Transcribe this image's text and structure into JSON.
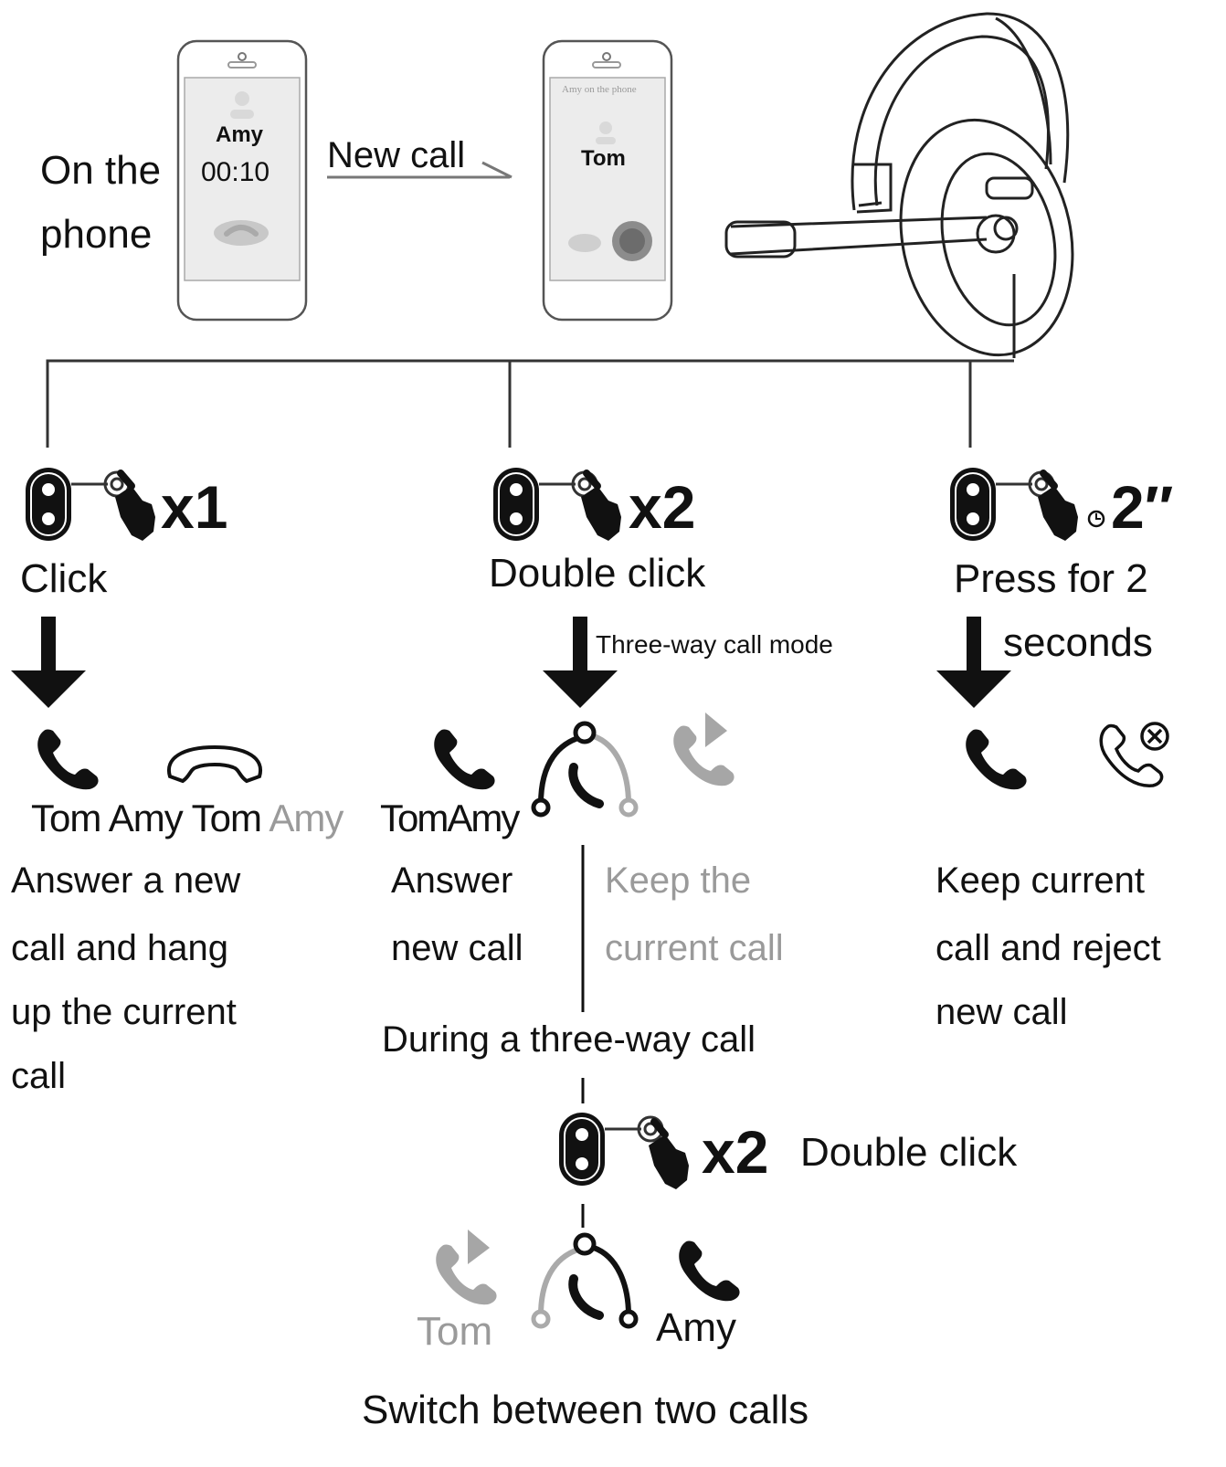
{
  "intro": {
    "state_label_line1": "On the",
    "state_label_line2": "phone",
    "arrow_label": "New call"
  },
  "phone_current": {
    "caller": "Amy",
    "timer": "00:10"
  },
  "phone_incoming": {
    "status": "Amy on the phone",
    "caller": "Tom"
  },
  "branches": {
    "click": {
      "count": "x1",
      "label": "Click",
      "names": [
        "Tom",
        "Amy",
        "Tom",
        "Amy"
      ],
      "description": [
        "Answer a new",
        "call and hang",
        "up the current",
        "call"
      ]
    },
    "double": {
      "count": "x2",
      "label": "Double click",
      "mode_note": "Three-way call mode",
      "names": [
        "Tom",
        "Amy"
      ],
      "answer": [
        "Answer",
        "new call"
      ],
      "keep": [
        "Keep the",
        "current call"
      ],
      "during": "During a three-way call"
    },
    "press": {
      "count": "2″",
      "label_line1": "Press for 2",
      "label_line2": "seconds",
      "description": [
        "Keep current",
        "call and reject",
        "new call"
      ]
    }
  },
  "three_way": {
    "count": "x2",
    "label": "Double click",
    "names": [
      "Tom",
      "Amy"
    ],
    "caption": "Switch between two calls"
  },
  "colors": {
    "ink": "#111111",
    "muted": "#9a9a9a",
    "line": "#333333"
  },
  "icons": [
    "phone-mockup",
    "headset-icon",
    "button-press-icon",
    "hand-icon",
    "handset-icon",
    "hangup-icon",
    "merge-call-icon",
    "hold-call-icon",
    "reject-call-icon",
    "timer-icon",
    "arrow-down-icon"
  ]
}
